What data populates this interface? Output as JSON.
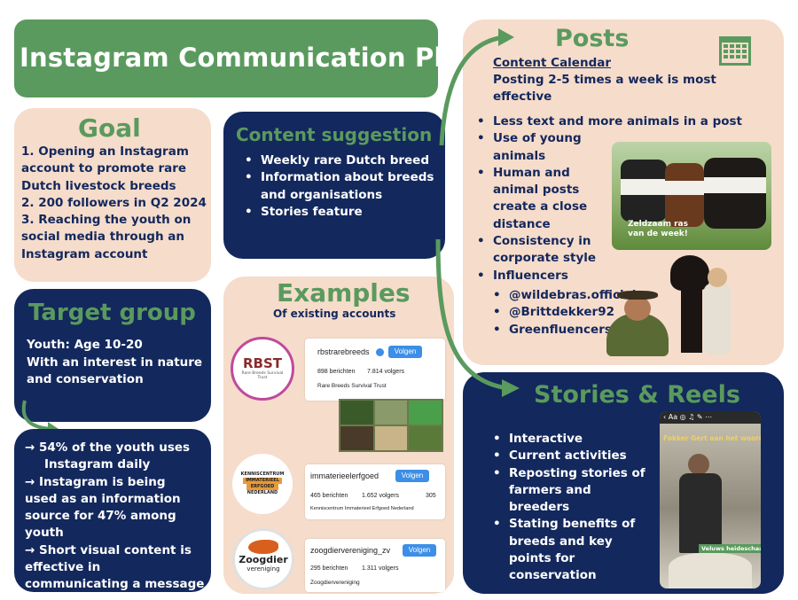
{
  "title": "Instagram Communication Plan",
  "goal": {
    "heading": "Goal",
    "lines": [
      "1. Opening an Instagram",
      "account to promote rare",
      "Dutch livestock breeds",
      "2. 200 followers in Q2 2024",
      "3. Reaching the youth on",
      "social media through an",
      "Instagram account"
    ]
  },
  "target": {
    "heading": "Target group",
    "lines": [
      "Youth: Age 10-20",
      "With an interest in nature",
      "and conservation"
    ]
  },
  "stats": {
    "lines": [
      "→ 54% of the youth uses",
      "Instagram daily",
      "→ Instagram is being",
      "used as an information",
      "source for 47% among",
      "youth",
      "→ Short visual content is",
      "effective in",
      "communicating a message"
    ]
  },
  "content_suggestion": {
    "heading": "Content suggestion",
    "items": [
      "Weekly rare Dutch breed",
      "Information about breeds and organisations",
      "Stories feature"
    ]
  },
  "examples": {
    "heading": "Examples",
    "subheading": "Of existing accounts",
    "accounts": [
      {
        "logo": "RBST",
        "logo_sub": "Rare Breeds Survival Trust",
        "handle": "rbstrarebreeds",
        "button": "Volgen",
        "posts": "898 berichten",
        "followers": "7.814 volgers",
        "name": "Rare Breeds Survival Trust"
      },
      {
        "logo_l1": "KENNISCENTRUM",
        "logo_l2": "IMMATERIEEL",
        "logo_l3": "ERFGOED",
        "logo_l4": "NEDERLAND",
        "handle": "immaterieelerfgoed",
        "button": "Volgen",
        "posts": "465 berichten",
        "followers": "1.652 volgers",
        "following": "305",
        "name": "Kenniscentrum Immaterieel Erfgoed Nederland"
      },
      {
        "logo": "Zoogdier",
        "logo_sub": "vereniging",
        "handle": "zoogdiervereniging_zv",
        "button": "Volgen",
        "posts": "295 berichten",
        "followers": "1.311 volgers",
        "name": "Zoogdiervereniging"
      }
    ]
  },
  "posts": {
    "heading": "Posts",
    "calendar_label": "Content Calendar",
    "intro": "Posting 2-5 times a week is most effective",
    "items": [
      "Less text and more animals in a post",
      "Use of young animals",
      "Human and animal posts create a close distance",
      "Consistency in corporate style",
      "Influencers"
    ],
    "influencers": [
      "@wildebras.official",
      "@Brittdekker92",
      "Greenfluencers"
    ],
    "photo_caption": "Zeldzaam ras van de week!"
  },
  "stories": {
    "heading": "Stories & Reels",
    "items": [
      "Interactive",
      "Current activities",
      "Reposting stories of farmers and breeders",
      "Stating benefits of breeds and key points for conservation"
    ],
    "story_top": "Fokker Gert aan het woord",
    "story_bottom": "Veluws heideschaap"
  },
  "colors": {
    "green": "#5a9a5e",
    "peach": "#f6dccb",
    "navy": "#13285c"
  }
}
